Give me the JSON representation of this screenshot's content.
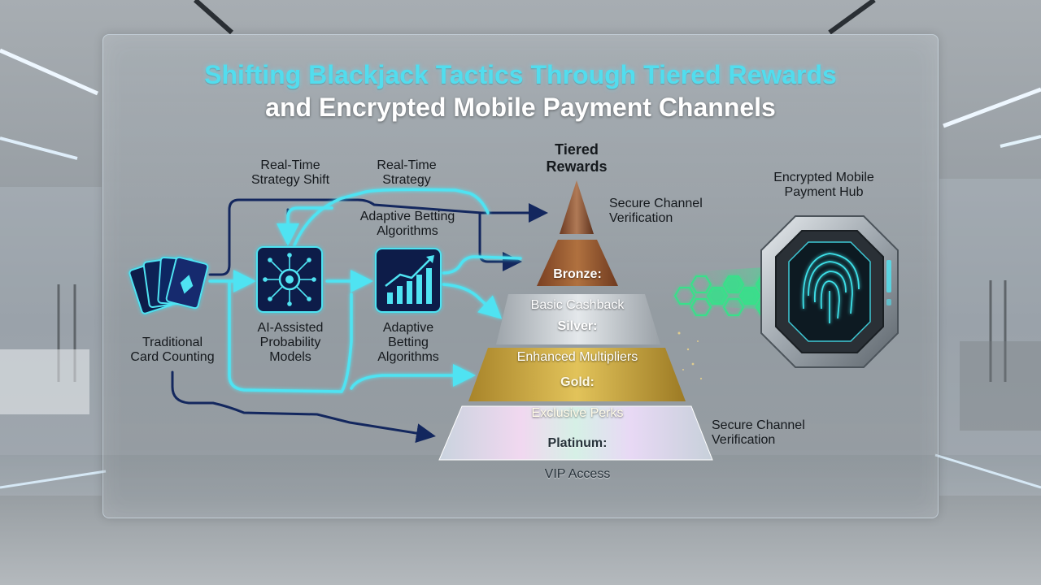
{
  "title": {
    "line1": "Shifting Blackjack Tactics Through Tiered Rewards",
    "line2": "and Encrypted Mobile Payment Channels"
  },
  "nodes": {
    "traditional_counting": "Traditional\nCard Counting",
    "ai_models": "AI-Assisted\nProbability\nModels",
    "adaptive_betting": "Adaptive\nBetting\nAlgorithms",
    "payment_hub": "Encrypted Mobile\nPayment Hub"
  },
  "flow_labels": {
    "realtime_shift": "Real-Time\nStrategy Shift",
    "realtime_strategy": "Real-Time\nStrategy",
    "adaptive_top": "Adaptive Betting\nAlgorithms",
    "secure_top": "Secure Channel\nVerification",
    "secure_bottom": "Secure Channel\nVerification"
  },
  "pyramid": {
    "title": "Tiered\nRewards",
    "tiers": [
      {
        "name": "Bronze:",
        "benefit": "Basic Cashback",
        "color": "#9c5a34"
      },
      {
        "name": "Silver:",
        "benefit": "Enhanced Multipliers",
        "color": "#c9ced3"
      },
      {
        "name": "Gold:",
        "benefit": "Exclusive Perks",
        "color": "#c9a63a"
      },
      {
        "name": "Platinum:",
        "benefit": "VIP Access",
        "color": "#dfe6ee"
      }
    ]
  },
  "icons": {
    "cards": "playing-cards-icon",
    "ai": "ai-circuit-icon",
    "chart": "growth-chart-icon",
    "device": "fingerprint-vault-icon"
  },
  "colors": {
    "cyan": "#4fe3f2",
    "navy": "#13275e",
    "title_cyan": "#52ddee",
    "hex_green": "#37e08a"
  }
}
